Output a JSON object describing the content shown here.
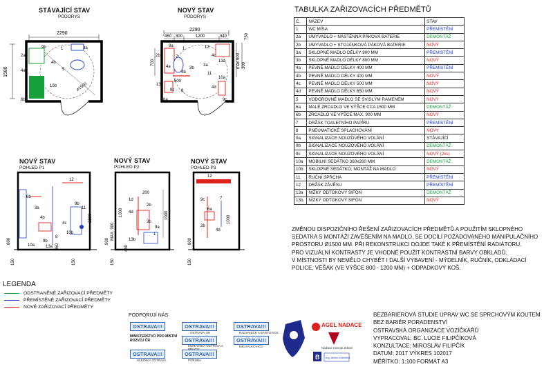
{
  "plans": {
    "existing": {
      "title": "STÁVAJÍCÍ STAV",
      "subtitle": "PŮDORYS",
      "dim_width": "2290",
      "dim_height": "1580",
      "dim_diag": "⌀1500",
      "labels": [
        "9b",
        "1",
        "3a",
        "2a",
        "4a",
        "4b",
        "10b",
        "6b",
        "5"
      ]
    },
    "new": {
      "title": "NOVÝ STAV",
      "subtitle": "PŮDORYS",
      "dim_width": "2290",
      "dims_top": [
        "450",
        "300",
        "1200",
        "340"
      ],
      "dims_right": [
        "750",
        "max 900",
        "300"
      ],
      "dims_left": [
        "700",
        "600"
      ],
      "labels": [
        "9a",
        "1",
        "12",
        "2b",
        "7",
        "4a",
        "4b",
        "600",
        "13b",
        "3b",
        "3a",
        "4c",
        "13a",
        "10a",
        "4d",
        "11",
        "6a",
        "9c",
        "8",
        "9c"
      ]
    }
  },
  "elevations": [
    {
      "title": "NOVÝ STAV",
      "subtitle": "POHLED P1",
      "labels": [
        "12",
        "6b",
        "3a",
        "4b",
        "4c",
        "9b",
        "11",
        "10b",
        "8",
        "9b",
        "13a",
        "10a"
      ],
      "dims": [
        "2200",
        "800",
        "150",
        "460",
        "150"
      ]
    },
    {
      "title": "NOVÝ STAV",
      "subtitle": "POHLED P2",
      "labels": [
        "200",
        "1d",
        "2b",
        "4d",
        "3b",
        "13b",
        "1",
        "9a"
      ],
      "dims": [
        "1000",
        "900",
        "MAX. 900",
        "1000",
        "460",
        "150"
      ]
    },
    {
      "title": "NOVÝ STAV",
      "subtitle": "POHLED P3",
      "labels": [
        "12",
        "9c",
        "6a",
        "2b",
        "4d",
        "7"
      ],
      "dims": [
        "1000",
        "800",
        "150"
      ]
    }
  ],
  "table": {
    "title": "TABULKA ZAŘIZOVACÍCH PŘEDMĚTŮ",
    "header": {
      "num": "Č.",
      "name": "NÁZEV",
      "stav": "STAV"
    },
    "rows": [
      {
        "num": "1",
        "name": "WC MÍSA",
        "stav": "PŘEMÍSTĚNÍ",
        "color": "#1e3cc8"
      },
      {
        "num": "2a",
        "name": "UMYVADLO + NÁSTĚNNÁ PÁKOVÁ BATERIE",
        "stav": "DEMONTÁŽ",
        "color": "#15a03a"
      },
      {
        "num": "2b",
        "name": "UMYVADLO + STOJÁNKOVÁ PÁKOVÁ BATERIE",
        "stav": "NOVÝ",
        "color": "#e0201c"
      },
      {
        "num": "3a",
        "name": "SKLOPNÉ MADLO DÉLKY 800 MM",
        "stav": "PŘEMÍSTĚNÍ",
        "color": "#1e3cc8"
      },
      {
        "num": "3b",
        "name": "SKLOPNÉ MADLO DÉLKY 800 MM",
        "stav": "NOVÝ",
        "color": "#e0201c"
      },
      {
        "num": "4a",
        "name": "PEVNÉ MADLO DÉLKY 400 MM",
        "stav": "PŘEMÍSTĚNÍ",
        "color": "#1e3cc8"
      },
      {
        "num": "4b",
        "name": "PEVNÉ MADLO DÉLKY 400 MM",
        "stav": "NOVÝ",
        "color": "#e0201c"
      },
      {
        "num": "4c",
        "name": "PEVNÉ MADLO DÉLKY 500 MM",
        "stav": "NOVÝ",
        "color": "#e0201c"
      },
      {
        "num": "4d",
        "name": "PEVNÉ MADLO DÉLKY 650 MM",
        "stav": "NOVÝ",
        "color": "#e0201c"
      },
      {
        "num": "5",
        "name": "VODOROVNÉ MADLO SE SVISLÝM RAMENEM",
        "stav": "NOVÝ",
        "color": "#e0201c"
      },
      {
        "num": "6a",
        "name": "MALÉ ZRCADLO VE VÝŠCE CCA 1500 MM",
        "stav": "DEMONTÁŽ",
        "color": "#15a03a"
      },
      {
        "num": "6b",
        "name": "ZRCADLO VE VÝŠCE MAX. 900 MM",
        "stav": "NOVÝ",
        "color": "#e0201c"
      },
      {
        "num": "7",
        "name": "DRŽÁK TOALETNÍHO PAPÍRU",
        "stav": "PŘEMÍSTĚNÍ",
        "color": "#1e3cc8"
      },
      {
        "num": "8",
        "name": "PNEUMATICKÉ SPLACHOVÁNÍ",
        "stav": "NOVÝ",
        "color": "#e0201c"
      },
      {
        "num": "9a",
        "name": "SIGNALIZACE NOUZOVÉHO VOLÁNÍ",
        "stav": "STÁVAJÍCÍ",
        "color": "#111111"
      },
      {
        "num": "9b",
        "name": "SIGNALIZACE NOUZOVÉHO VOLÁNÍ",
        "stav": "DEMONTÁŽ",
        "color": "#15a03a"
      },
      {
        "num": "9c",
        "name": "SIGNALIZACE NOUZOVÉHO VOLÁNÍ",
        "stav": "NOVÝ (2ks)",
        "color": "#e0201c"
      },
      {
        "num": "10a",
        "name": "MOBILNÍ SEDÁTKO 360x260 MM",
        "stav": "DEMONTÁŽ",
        "color": "#15a03a"
      },
      {
        "num": "10b",
        "name": "SKLOPNÉ SEDÁTKO, MONTÁŽ NA MADLO",
        "stav": "NOVÝ",
        "color": "#e0201c"
      },
      {
        "num": "11",
        "name": "RUČNÍ SPRCHA",
        "stav": "PŘEMÍSTĚNÍ",
        "color": "#1e3cc8"
      },
      {
        "num": "12",
        "name": "DRŽÁK ZÁVĚSU",
        "stav": "PŘEMÍSTĚNÍ",
        "color": "#1e3cc8"
      },
      {
        "num": "13a",
        "name": "NÍZKÝ ODTOKOVÝ SIFON",
        "stav": "DEMONTÁŽ",
        "color": "#15a03a"
      },
      {
        "num": "13b",
        "name": "NÍZKÝ ODTOKOVÝ SIFON",
        "stav": "NOVÝ",
        "color": "#e0201c"
      }
    ]
  },
  "notes": {
    "p1": "ZMĚNOU DISPOZIČNÍHO ŘEŠENÍ ZAŘIZOVACÍCH PŘEDMĚTŮ A POUŽITÍM SKLOPNÉHO SEDÁTKA S MONTÁŽÍ ZAVĚŠENÍM NA MADLO, SE DOCÍLÍ POŽADOVANÉHO MANIPULAČNÍHO PROSTORU Ø1500 MM. PŘI REKONSTRUKCI DOJDE TAKÉ K PŘEMÍSTĚNÍ RADIÁTORU.",
    "p2": "PRO VIZUÁLNÍ KONTRASTY JE VHODNÉ POUŽÍT KONTRASTNÍ BARVY OBKLADŮ.",
    "p3": "V MÍSTNOSTI BY NEMĚLO CHYBĚT I DALŠÍ VYBAVENÍ - MÝDELNÍK, RUČNÍK, ODKLÁDACÍ POLICE, VĚŠÁK (VE VÝŠCE 800 - 1200 MM) + ODPADKOVÝ KOŠ."
  },
  "legend": {
    "title": "LEGENDA",
    "items": [
      {
        "label": "ODSTRANĚNÉ ZAŘIZOVACÍ PŘEDMĚTY",
        "color": "#15a03a"
      },
      {
        "label": "PŘEMÍSTĚNÉ ZAŘIZOVACÍ PŘEDMĚTY",
        "color": "#1e3cc8"
      },
      {
        "label": "NOVÉ ZAŘIZOVACÍ PŘEDMĚTY",
        "color": "#e0201c"
      }
    ]
  },
  "sponsors": {
    "title": "PODPORUJÍ NÁS",
    "logos": [
      {
        "text": "OSTRAVA!!!",
        "sub": ""
      },
      {
        "text": "OSTRAVA!!!",
        "sub": "OSTRAVA-JIH"
      },
      {
        "text": "OSTRAVA!!!",
        "sub": "RADVANICE A BARTOVICE"
      },
      {
        "text": "OSTRAVA!!!",
        "sub": "MORAVSKÁ OSTRAVA A PŘÍVOZ"
      },
      {
        "text": "OSTRAVA!!!",
        "sub": "MICHÁLKOVICE"
      },
      {
        "text": "OSTRAVA!!!",
        "sub": "SLEZSKÁ OSTRAVA"
      },
      {
        "text": "OSTRAVA!!!",
        "sub": "PORUBA"
      },
      {
        "text": "MINISTERSTVO PRO MÍSTNÍ ROZVOJ ČR",
        "sub": ""
      },
      {
        "text": "AGEL NADACE",
        "sub": ""
      },
      {
        "text": "Nadace rozvoje Zdraví",
        "sub": ""
      },
      {
        "text": "Ing. Alexa Ulrichová",
        "sub": ""
      }
    ]
  },
  "title_block": {
    "line1": "BEZBARIÉROVÁ STUDIE ÚPRAV WC SE SPRCHOVÝM KOUTEM",
    "line2": "BEZ BARIÉR PORADENSTVÍ",
    "line3": "OSTRAVSKÁ ORGANIZACE VOZÍČKÁŘŮ",
    "line4": "VYPRACOVAL: BC. LUCIE FILIPČÍKOVÁ",
    "line5": "KONZULTACE: MIROSLAV FILIPČÍK",
    "line6": "DATUM: 2017  VÝKRES 102017",
    "line7": "MĚŘÍTKO: 1:100 FORMÁT A3"
  }
}
